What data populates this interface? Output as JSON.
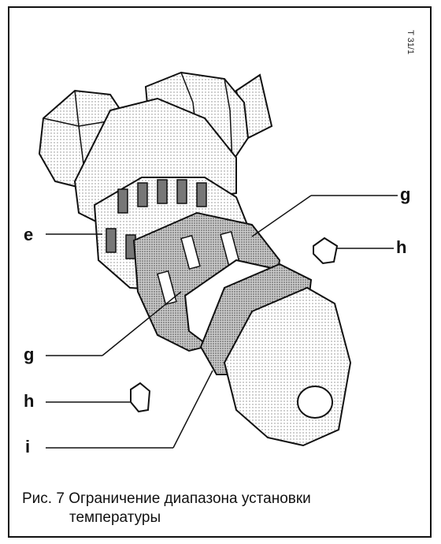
{
  "figure": {
    "code": "T 31/1",
    "labels": {
      "e": "e",
      "g_top": "g",
      "h_right": "h",
      "g_left": "g",
      "h_left": "h",
      "i": "i"
    },
    "caption_line1": "Рис. 7 Ограничение диапазона установки",
    "caption_line2": "температуры"
  }
}
